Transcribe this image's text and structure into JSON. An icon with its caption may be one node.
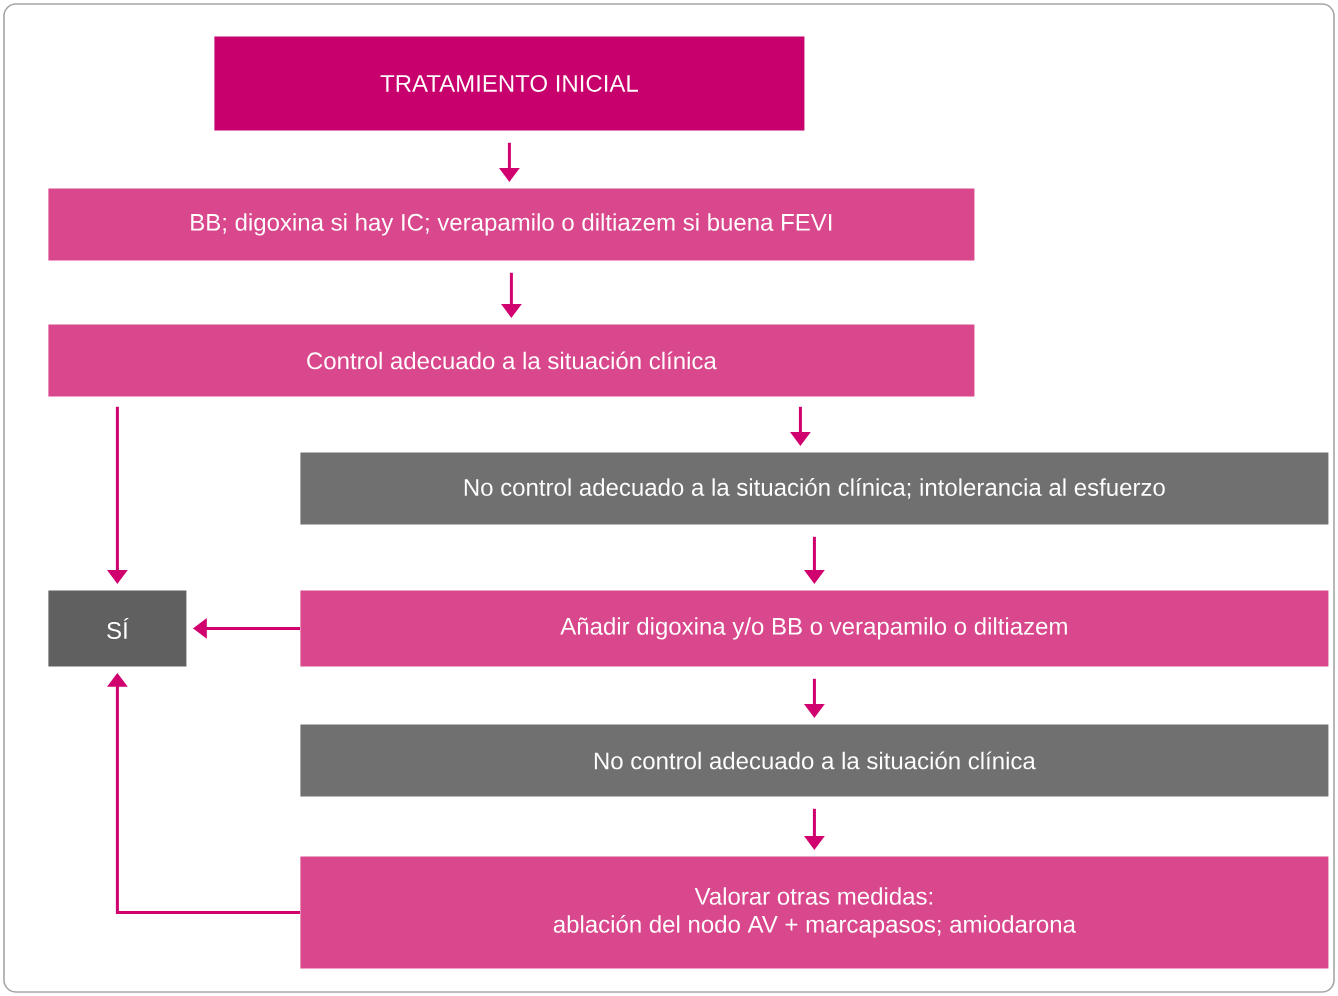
{
  "diagram": {
    "nodes": [
      {
        "text": [
          "TRATAMIENTO INICIAL"
        ]
      },
      {
        "text": [
          "BB; digoxina si hay IC; verapamilo o diltiazem si buena FEVI"
        ]
      },
      {
        "text": [
          "Control adecuado a la situación clínica"
        ]
      },
      {
        "text": [
          "No control adecuado a la situación clínica; intolerancia al esfuerzo"
        ]
      },
      {
        "text": [
          "SÍ"
        ]
      },
      {
        "text": [
          "Añadir digoxina y/o BB o verapamilo o diltiazem"
        ]
      },
      {
        "text": [
          "No control adecuado a la situación clínica"
        ]
      },
      {
        "text": [
          "Valorar otras medidas:",
          "ablación del nodo AV + marcapasos; amiodarona"
        ]
      }
    ],
    "edges": [
      {
        "from": 0,
        "to": 1,
        "arrow": "to"
      },
      {
        "from": 1,
        "to": 2,
        "arrow": "to"
      },
      {
        "from": 2,
        "to": 3,
        "arrow": "to"
      },
      {
        "from": 2,
        "to": 4,
        "arrow": "to"
      },
      {
        "from": 3,
        "to": 5,
        "arrow": "to"
      },
      {
        "from": 5,
        "to": 4,
        "arrow": "to"
      },
      {
        "from": 5,
        "to": 6,
        "arrow": "to"
      },
      {
        "from": 6,
        "to": 7,
        "arrow": "to"
      },
      {
        "from": 7,
        "to": 4,
        "arrow": "to"
      }
    ]
  }
}
